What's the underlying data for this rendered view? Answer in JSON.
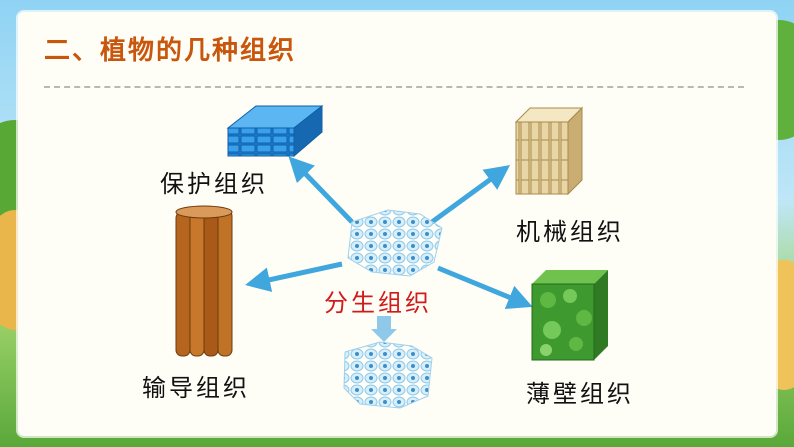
{
  "title": "二、植物的几种组织",
  "tissues": {
    "center": "分生组织",
    "protective": "保护组织",
    "mechanical": "机械组织",
    "conductive": "输导组织",
    "parenchyma": "薄壁组织"
  },
  "colors": {
    "title": "#c8560d",
    "center_label": "#d11a1a",
    "arrow": "#3fa7dd",
    "protective": "#1f7fd1",
    "mechanical": "#e6d2a0",
    "conductive": "#b5651d",
    "parenchyma": "#3e9a2e"
  }
}
